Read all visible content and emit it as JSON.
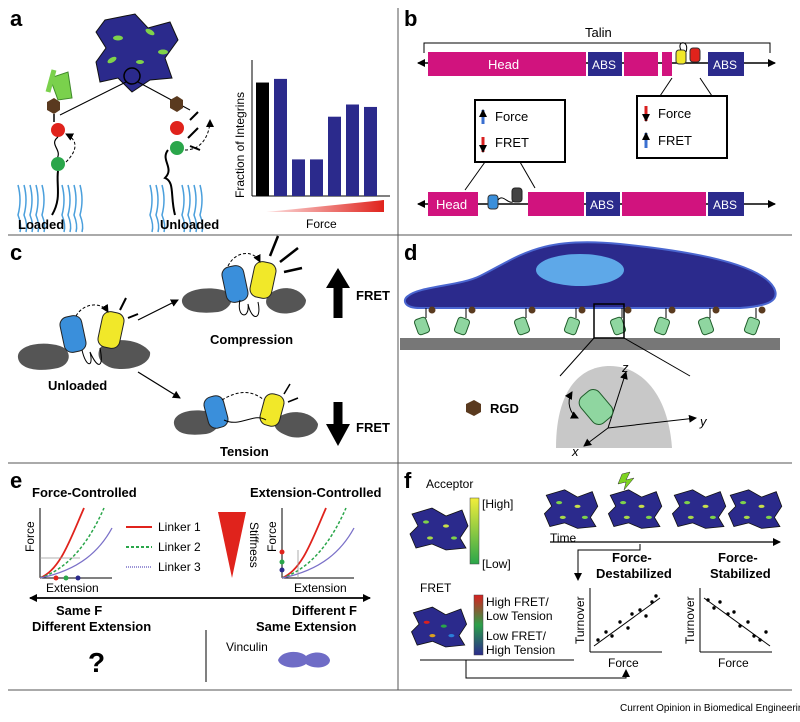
{
  "panels": {
    "a": {
      "letter": "a",
      "loaded": "Loaded",
      "unloaded": "Unloaded",
      "ylabel": "Fraction of Integrins",
      "xlabel": "Force"
    },
    "b": {
      "letter": "b",
      "talin": "Talin",
      "head": "Head",
      "abs": "ABS",
      "force": "Force",
      "fret": "FRET"
    },
    "c": {
      "letter": "c",
      "unloaded": "Unloaded",
      "compression": "Compression",
      "tension": "Tension",
      "fret": "FRET"
    },
    "d": {
      "letter": "d",
      "rgd": "RGD",
      "axis_x": "x",
      "axis_y": "y",
      "axis_z": "z"
    },
    "e": {
      "letter": "e",
      "force_controlled": "Force-Controlled",
      "extension_controlled": "Extension-Controlled",
      "force": "Force",
      "extension": "Extension",
      "linker1": "Linker 1",
      "linker2": "Linker 2",
      "linker3": "Linker 3",
      "stiffness": "Stiffness",
      "same_f": "Same F",
      "different_extension": "Different Extension",
      "different_f": "Different F",
      "same_extension": "Same Extension",
      "question": "?",
      "vinculin": "Vinculin"
    },
    "f": {
      "letter": "f",
      "acceptor": "Acceptor",
      "high": "[High]",
      "low": "[Low]",
      "time": "Time",
      "fret": "FRET",
      "high_fret": "High FRET/",
      "low_tension": "Low Tension",
      "low_fret": "Low FRET/",
      "high_tension": "High Tension",
      "destabilized_1": "Force-",
      "destabilized_2": "Destabilized",
      "stabilized_1": "Force-",
      "stabilized_2": "Stabilized",
      "turnover": "Turnover",
      "force": "Force"
    }
  },
  "footer": "Current Opinion in Biomedical Engineering",
  "colors": {
    "navy": "#2b2a8c",
    "magenta": "#d1137e",
    "blue_fp": "#3a8fdb",
    "yellow_fp": "#f1e829",
    "red": "#e0231c",
    "green": "#2aa64a",
    "brown": "#5a3a1f"
  },
  "chart_data": {
    "type": "bar",
    "ylabel": "Fraction of Integrins",
    "xlabel": "Force",
    "values": [
      0.93,
      0.96,
      0.3,
      0.3,
      0.65,
      0.75,
      0.73
    ],
    "colors": [
      "#000000",
      "#2b2a8c",
      "#2b2a8c",
      "#2b2a8c",
      "#2b2a8c",
      "#2b2a8c",
      "#2b2a8c"
    ]
  }
}
